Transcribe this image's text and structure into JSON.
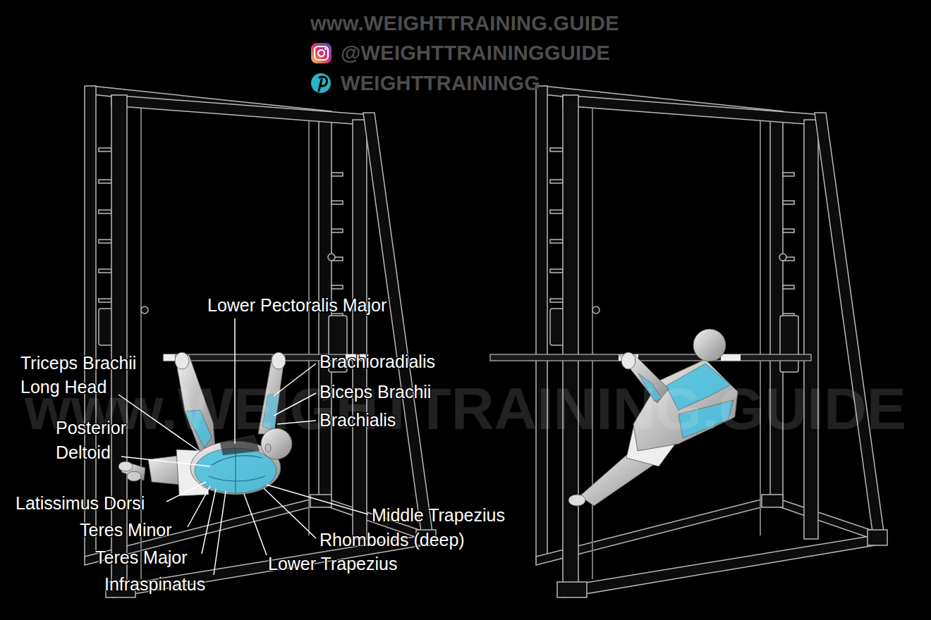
{
  "diagram": {
    "labels": [
      "www.WEIGHTTRAINING.GUIDE",
      "@WEIGHTTRAININGGUIDE",
      "WEIGHTTRAININGG",
      "Lower Pectoralis Major",
      "Triceps Brachii Long Head",
      "Brachioradialis",
      "Biceps Brachii",
      "Brachialis",
      "Posterior Deltoid",
      "Latissimus Dorsi",
      "Teres Minor",
      "Teres Major",
      "Infraspinatus",
      "Middle Trapezius",
      "Rhomboids (deep)",
      "Lower Trapezius",
      "www.WEIGHTTRAINING.GUIDE"
    ]
  }
}
